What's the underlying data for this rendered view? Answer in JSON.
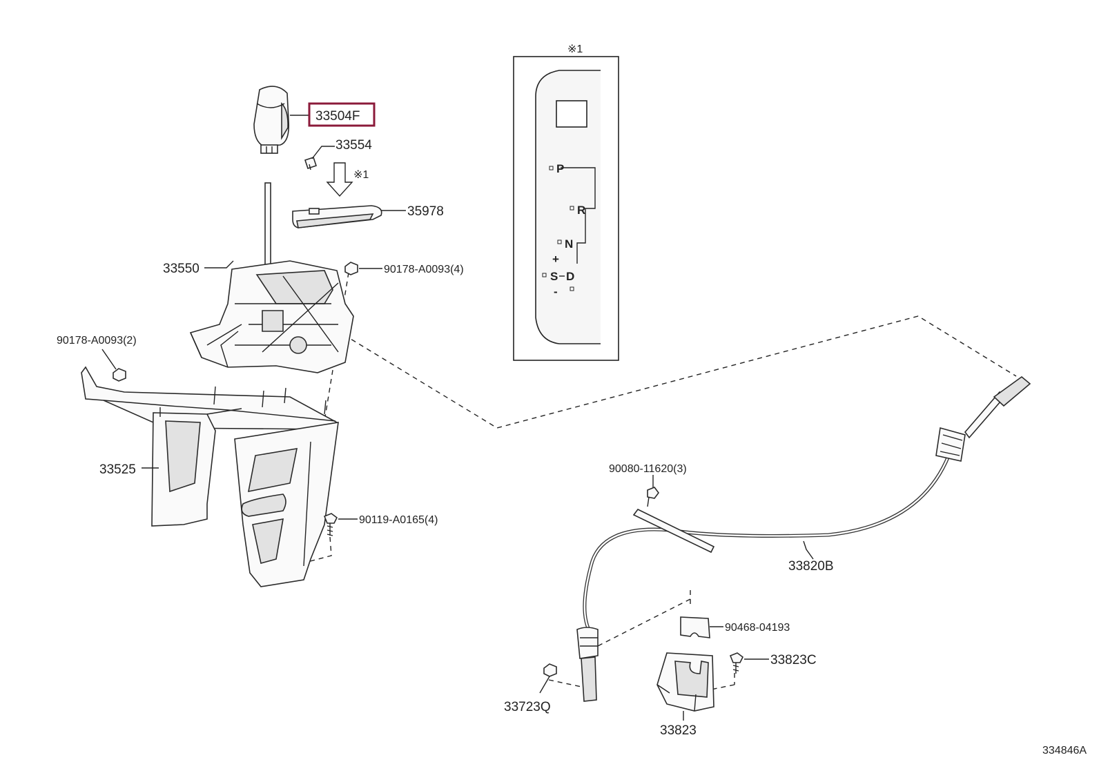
{
  "diagram_id": "334846A",
  "callouts": {
    "knob": "33504F",
    "clip": "33554",
    "indicator": "35978",
    "shift_lever": "33550",
    "nut_a": "90178-A0093(4)",
    "nut_b": "90178-A0093(2)",
    "bracket": "33525",
    "bolt_a": "90119-A0165(4)",
    "bolt_b": "90080-11620(3)",
    "cable": "33820B",
    "clip_b": "90468-04193",
    "bolt_c": "33823C",
    "nut_c": "33723Q",
    "cable_bracket": "33823"
  },
  "note_marks": {
    "inset": "※1",
    "arrow": "※1"
  },
  "gate": {
    "park": "P",
    "reverse": "R",
    "neutral": "N",
    "drive": "D",
    "sport": "S",
    "plus": "+",
    "minus": "-"
  },
  "colors": {
    "highlight_box": "#8b1a3a"
  }
}
